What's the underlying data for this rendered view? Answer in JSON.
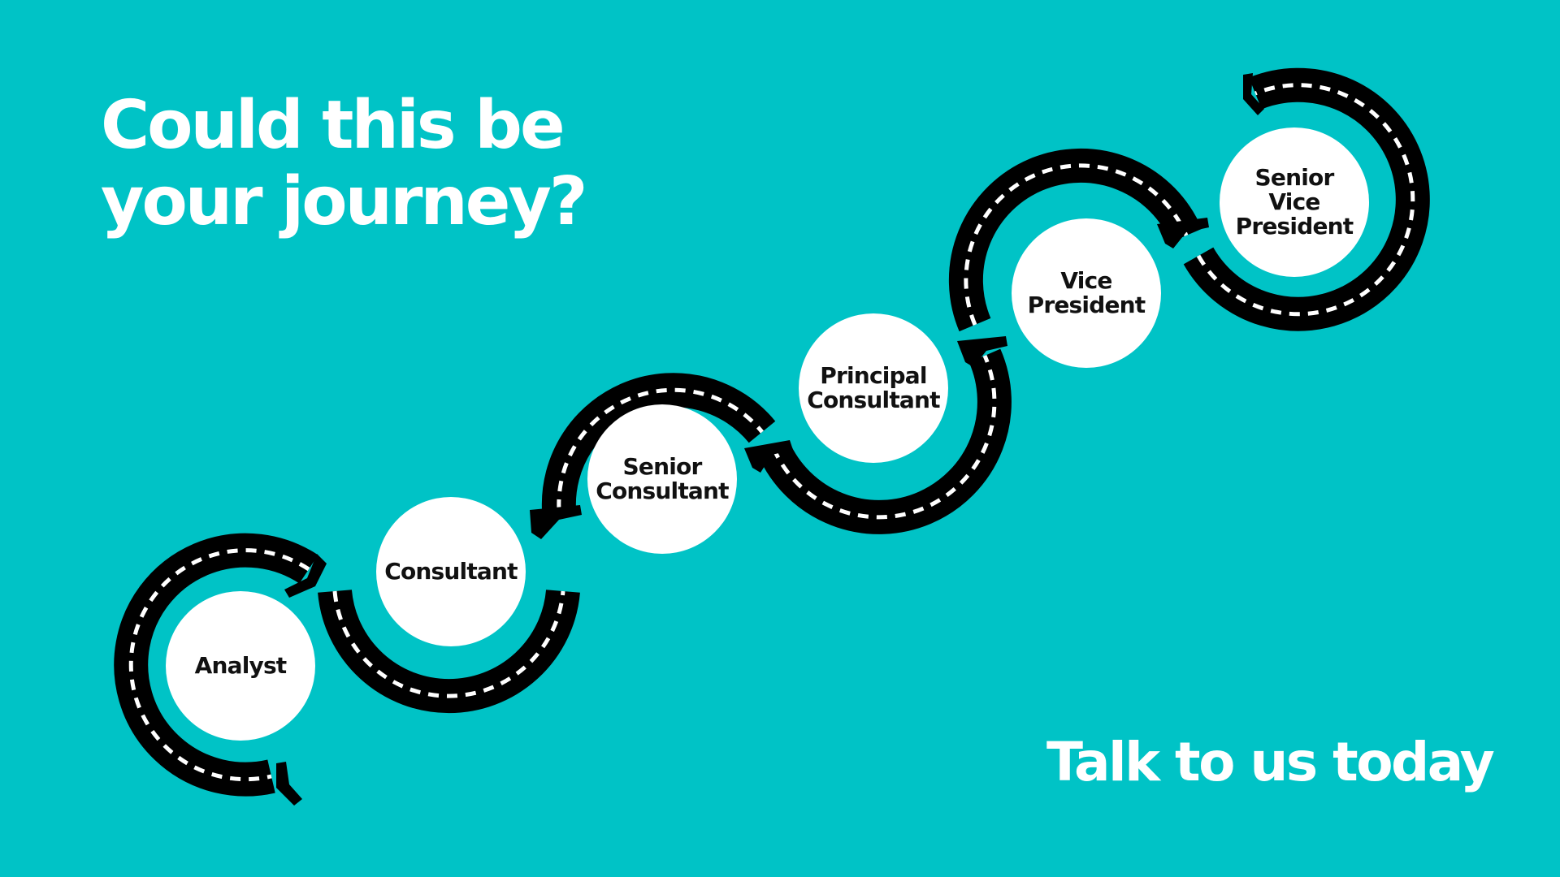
{
  "headline": {
    "line1": "Could this be",
    "line2": "your journey?"
  },
  "cta": "Talk to us today",
  "colors": {
    "background": "#00C3C6",
    "road": "#000000",
    "lane_markings": "#ffffff",
    "stage_fill": "#ffffff",
    "stage_text": "#111111",
    "heading_text": "#ffffff"
  },
  "stages": [
    {
      "label": "Analyst"
    },
    {
      "label": "Consultant"
    },
    {
      "label": "Senior\nConsultant"
    },
    {
      "label": "Principal\nConsultant"
    },
    {
      "label": "Vice\nPresident"
    },
    {
      "label": "Senior\nVice\nPresident"
    }
  ]
}
